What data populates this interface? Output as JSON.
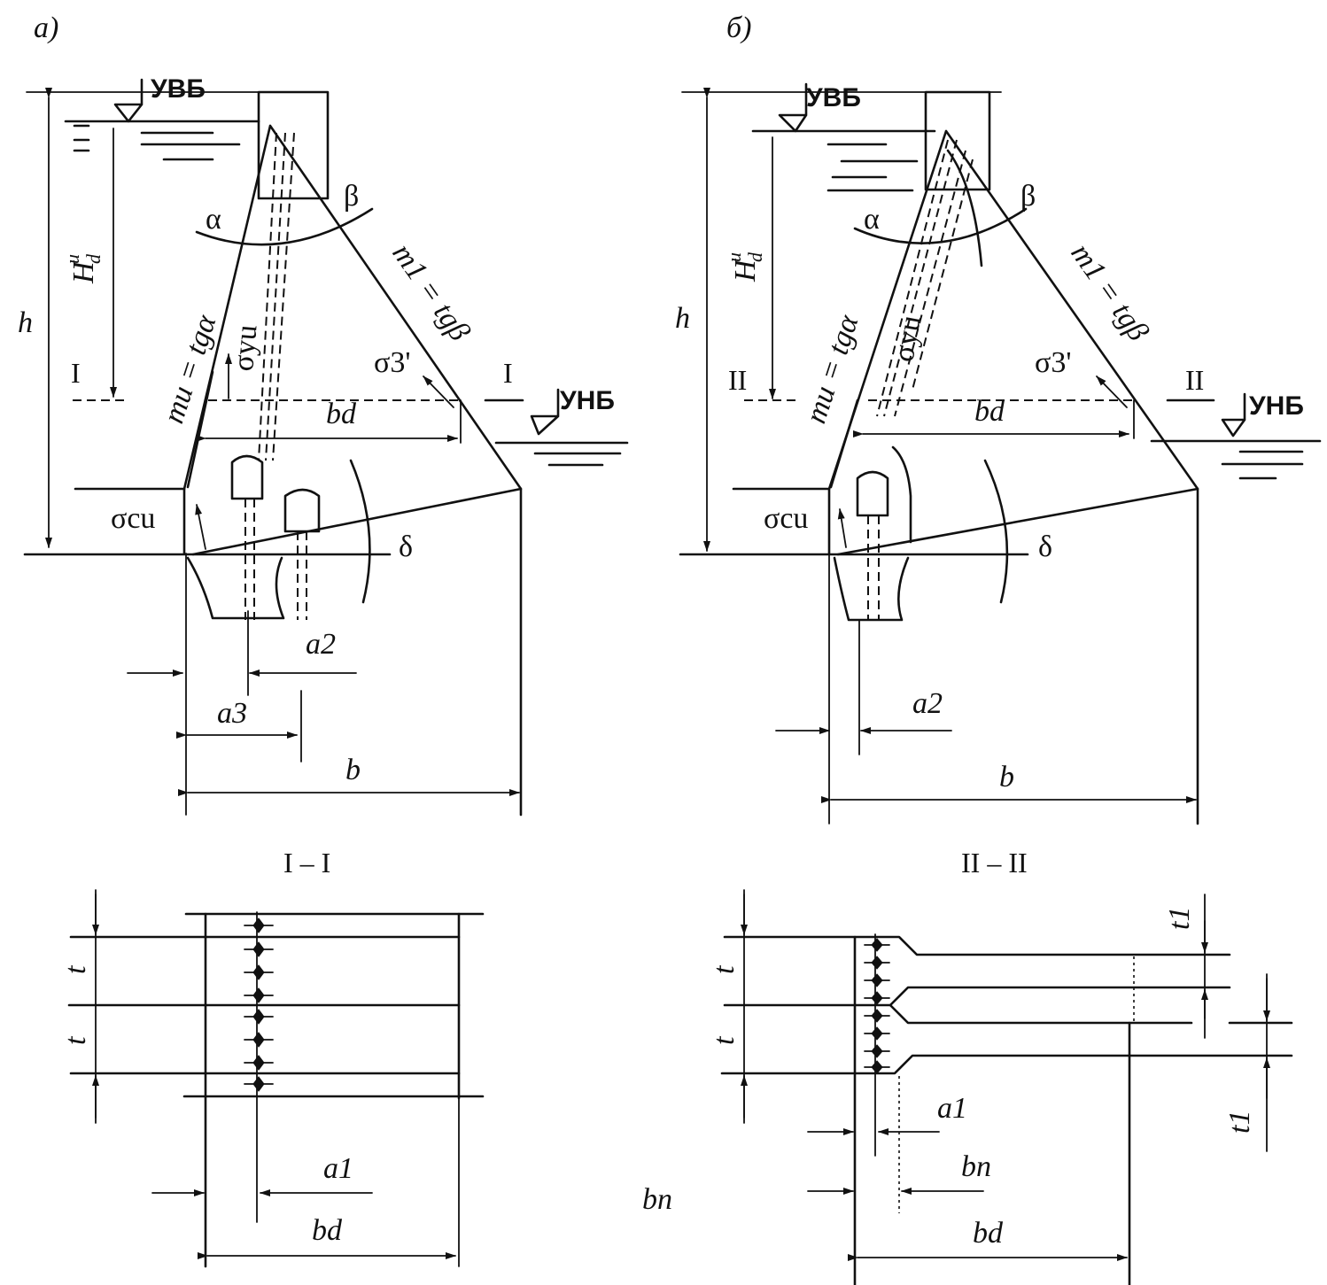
{
  "panel_a": {
    "letter": "а)",
    "uvb": "УВБ",
    "unb": "УНБ",
    "h": "h",
    "H_base": "H",
    "H_sup": "u",
    "H_sub": "d",
    "alpha": "α",
    "beta": "β",
    "delta": "δ",
    "m_u": "mu = tgα",
    "m_1": "m1 = tgβ",
    "sigma_y": "σyu",
    "sigma_3": "σ3'",
    "sigma_c": "σcu",
    "sec_left": "I",
    "sec_right": "I",
    "b_d": "bd",
    "a_2": "a2",
    "a_3": "a3",
    "b": "b"
  },
  "panel_b": {
    "letter": "б)",
    "uvb": "УВБ",
    "unb": "УНБ",
    "h": "h",
    "H_base": "H",
    "H_sup": "u",
    "H_sub": "d",
    "alpha": "α",
    "beta": "β",
    "delta": "δ",
    "m_u": "mu = tgα",
    "m_1": "m1 = tgβ",
    "sigma_y": "σyu",
    "sigma_3": "σ3'",
    "sigma_c": "σcu",
    "sec_left": "II",
    "sec_right": "II",
    "b_d": "bd",
    "a_2": "a2",
    "b": "b"
  },
  "section_a": {
    "title": "I – I",
    "t_upper": "t",
    "t_lower": "t",
    "a_1": "a1",
    "b_d": "bd"
  },
  "section_b": {
    "title": "II – II",
    "t_upper": "t",
    "t_lower": "t",
    "t1_upper": "t1",
    "t1_lower": "t1",
    "a_1": "a1",
    "b_n": "bn",
    "b_d": "bd"
  },
  "stray_label": "bn"
}
